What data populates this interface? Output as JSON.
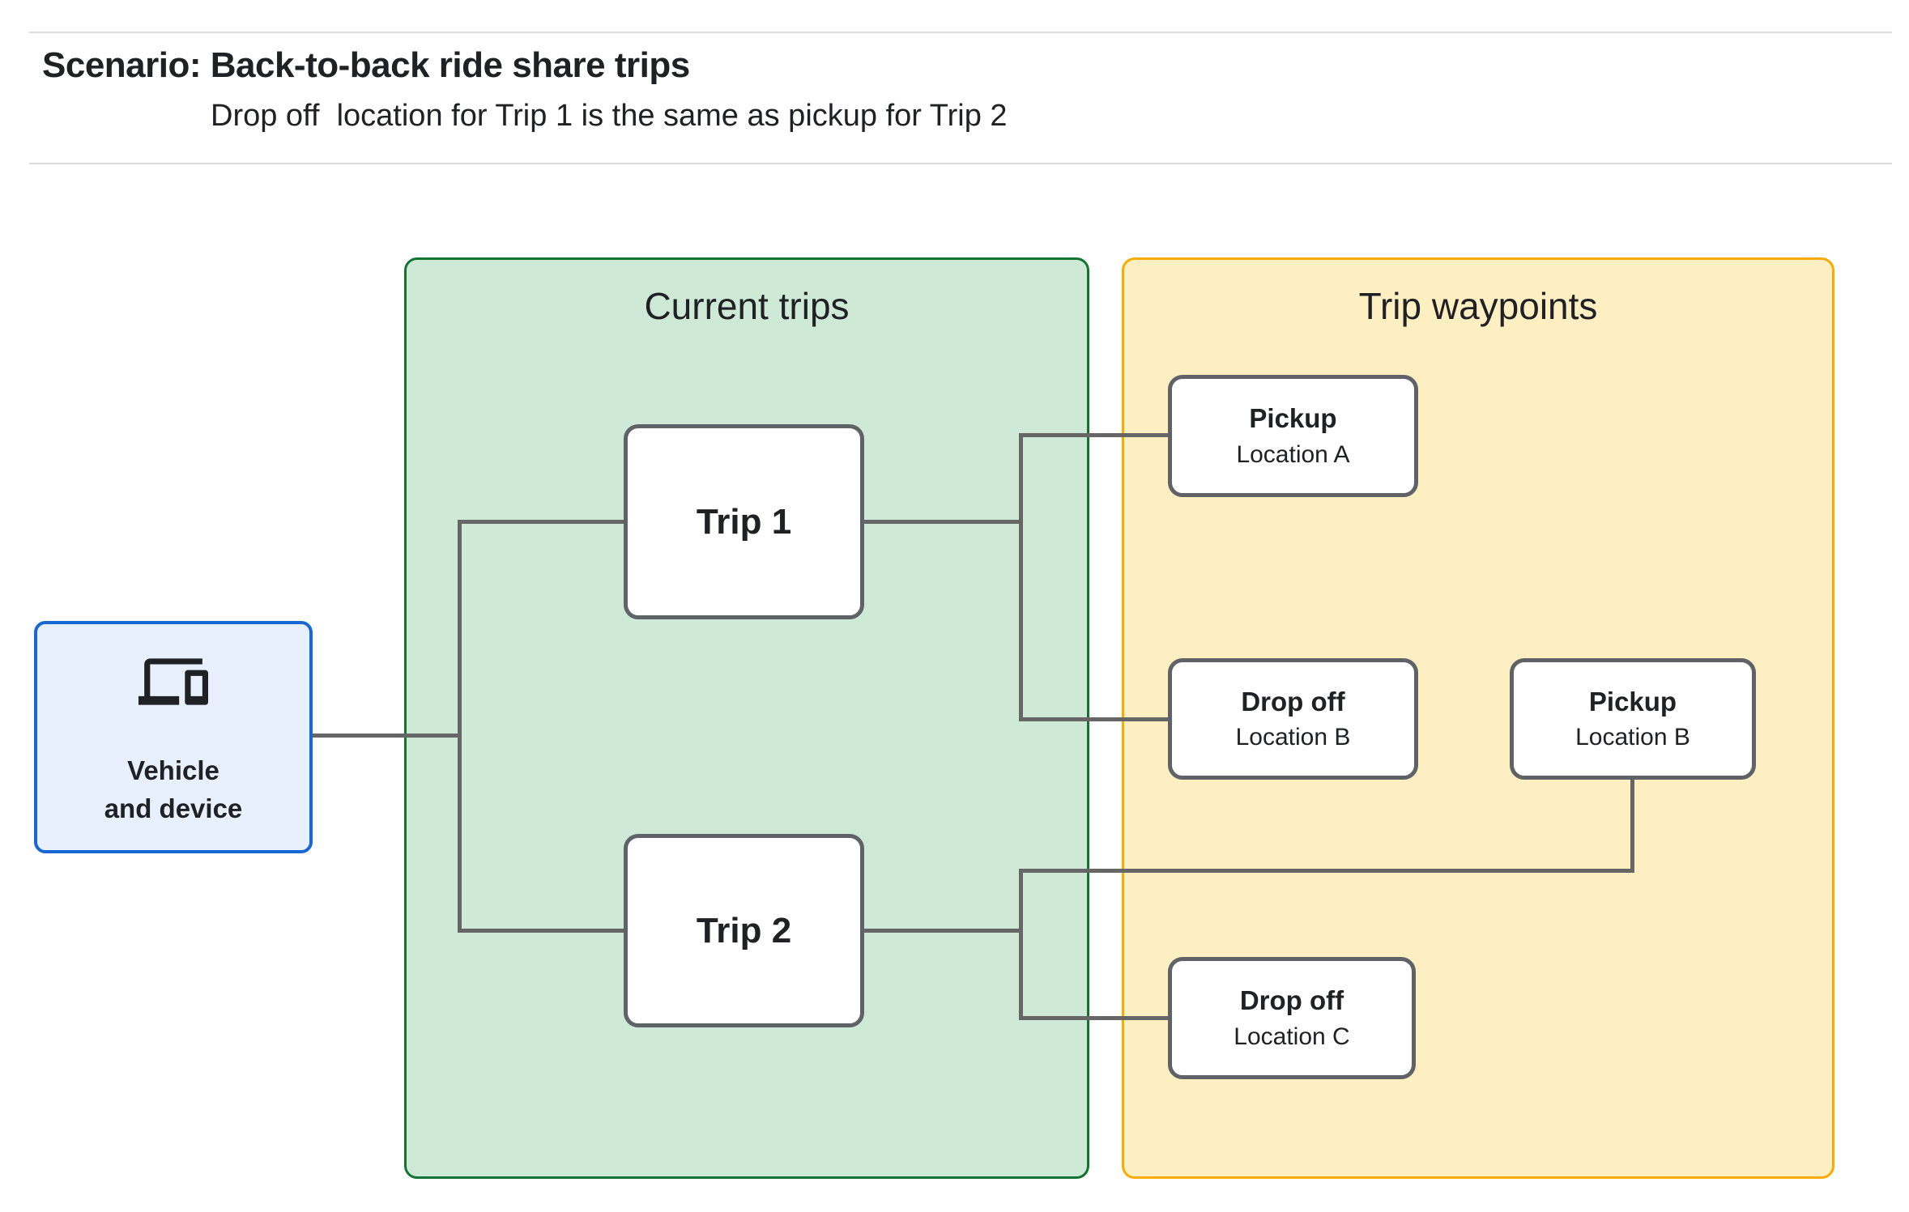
{
  "header": {
    "title": "Scenario: Back-to-back ride share trips",
    "subtitle": "Drop off  location for Trip 1 is the same as pickup for Trip 2"
  },
  "vehicle": {
    "icon": "devices-icon",
    "label_line1": "Vehicle",
    "label_line2": "and device"
  },
  "current_trips": {
    "title": "Current trips",
    "trips": [
      {
        "label": "Trip 1"
      },
      {
        "label": "Trip 2"
      }
    ]
  },
  "trip_waypoints": {
    "title": "Trip waypoints",
    "boxes": [
      {
        "title": "Pickup",
        "subtitle": "Location A"
      },
      {
        "title": "Drop off",
        "subtitle": "Location B"
      },
      {
        "title": "Pickup",
        "subtitle": "Location B"
      },
      {
        "title": "Drop off",
        "subtitle": "Location C"
      }
    ]
  },
  "colors": {
    "vehicle_fill": "#e8f0fe",
    "vehicle_border": "#1967d2",
    "current_trips_fill": "#ceead6",
    "current_trips_border": "#137333",
    "trip_waypoints_fill": "#feefc3",
    "trip_waypoints_border": "#f9ab00",
    "node_border": "#5f6368",
    "connector": "#666666",
    "divider": "#dadce0",
    "text": "#202124"
  }
}
